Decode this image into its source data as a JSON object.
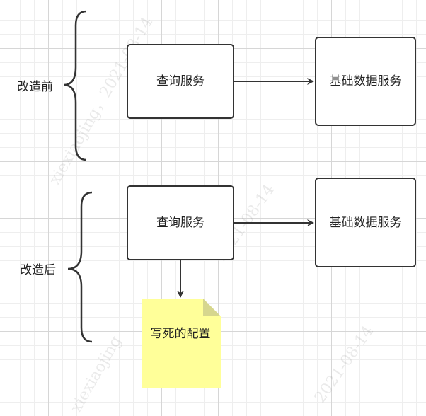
{
  "labels": {
    "before": "改造前",
    "after": "改造后"
  },
  "boxes": {
    "before_query": "查询服务",
    "before_base": "基础数据服务",
    "after_query": "查询服务",
    "after_base": "基础数据服务"
  },
  "note": {
    "text": "写死的配置"
  },
  "watermarks": [
    "xiexiaojing，2021-08-14",
    "2021-08-14",
    "xiexiaojing",
    "2021-08-14"
  ],
  "colors": {
    "stroke": "#333333",
    "note_fill": "#ffff99",
    "note_fold": "#d6d68e"
  }
}
